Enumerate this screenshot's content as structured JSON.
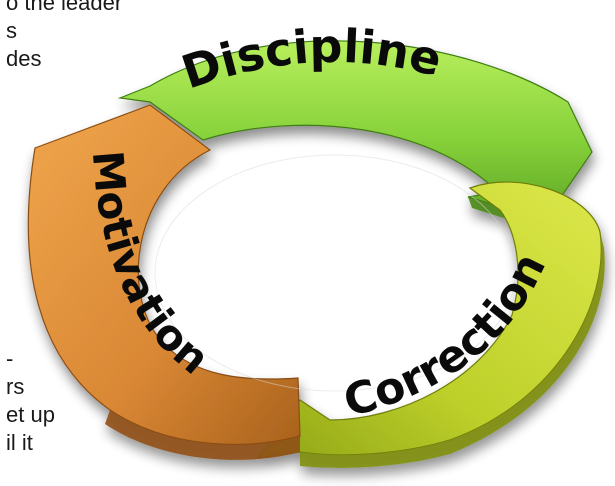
{
  "background_text": [
    "o the leader",
    "s",
    "des",
    "-",
    "rs",
    "et up",
    "il it"
  ],
  "cycle": {
    "segments": [
      {
        "label": "Discipline",
        "color": "#7fc832"
      },
      {
        "label": "Correction",
        "color": "#b3c51f"
      },
      {
        "label": "Motivation",
        "color": "#d98734"
      }
    ]
  }
}
